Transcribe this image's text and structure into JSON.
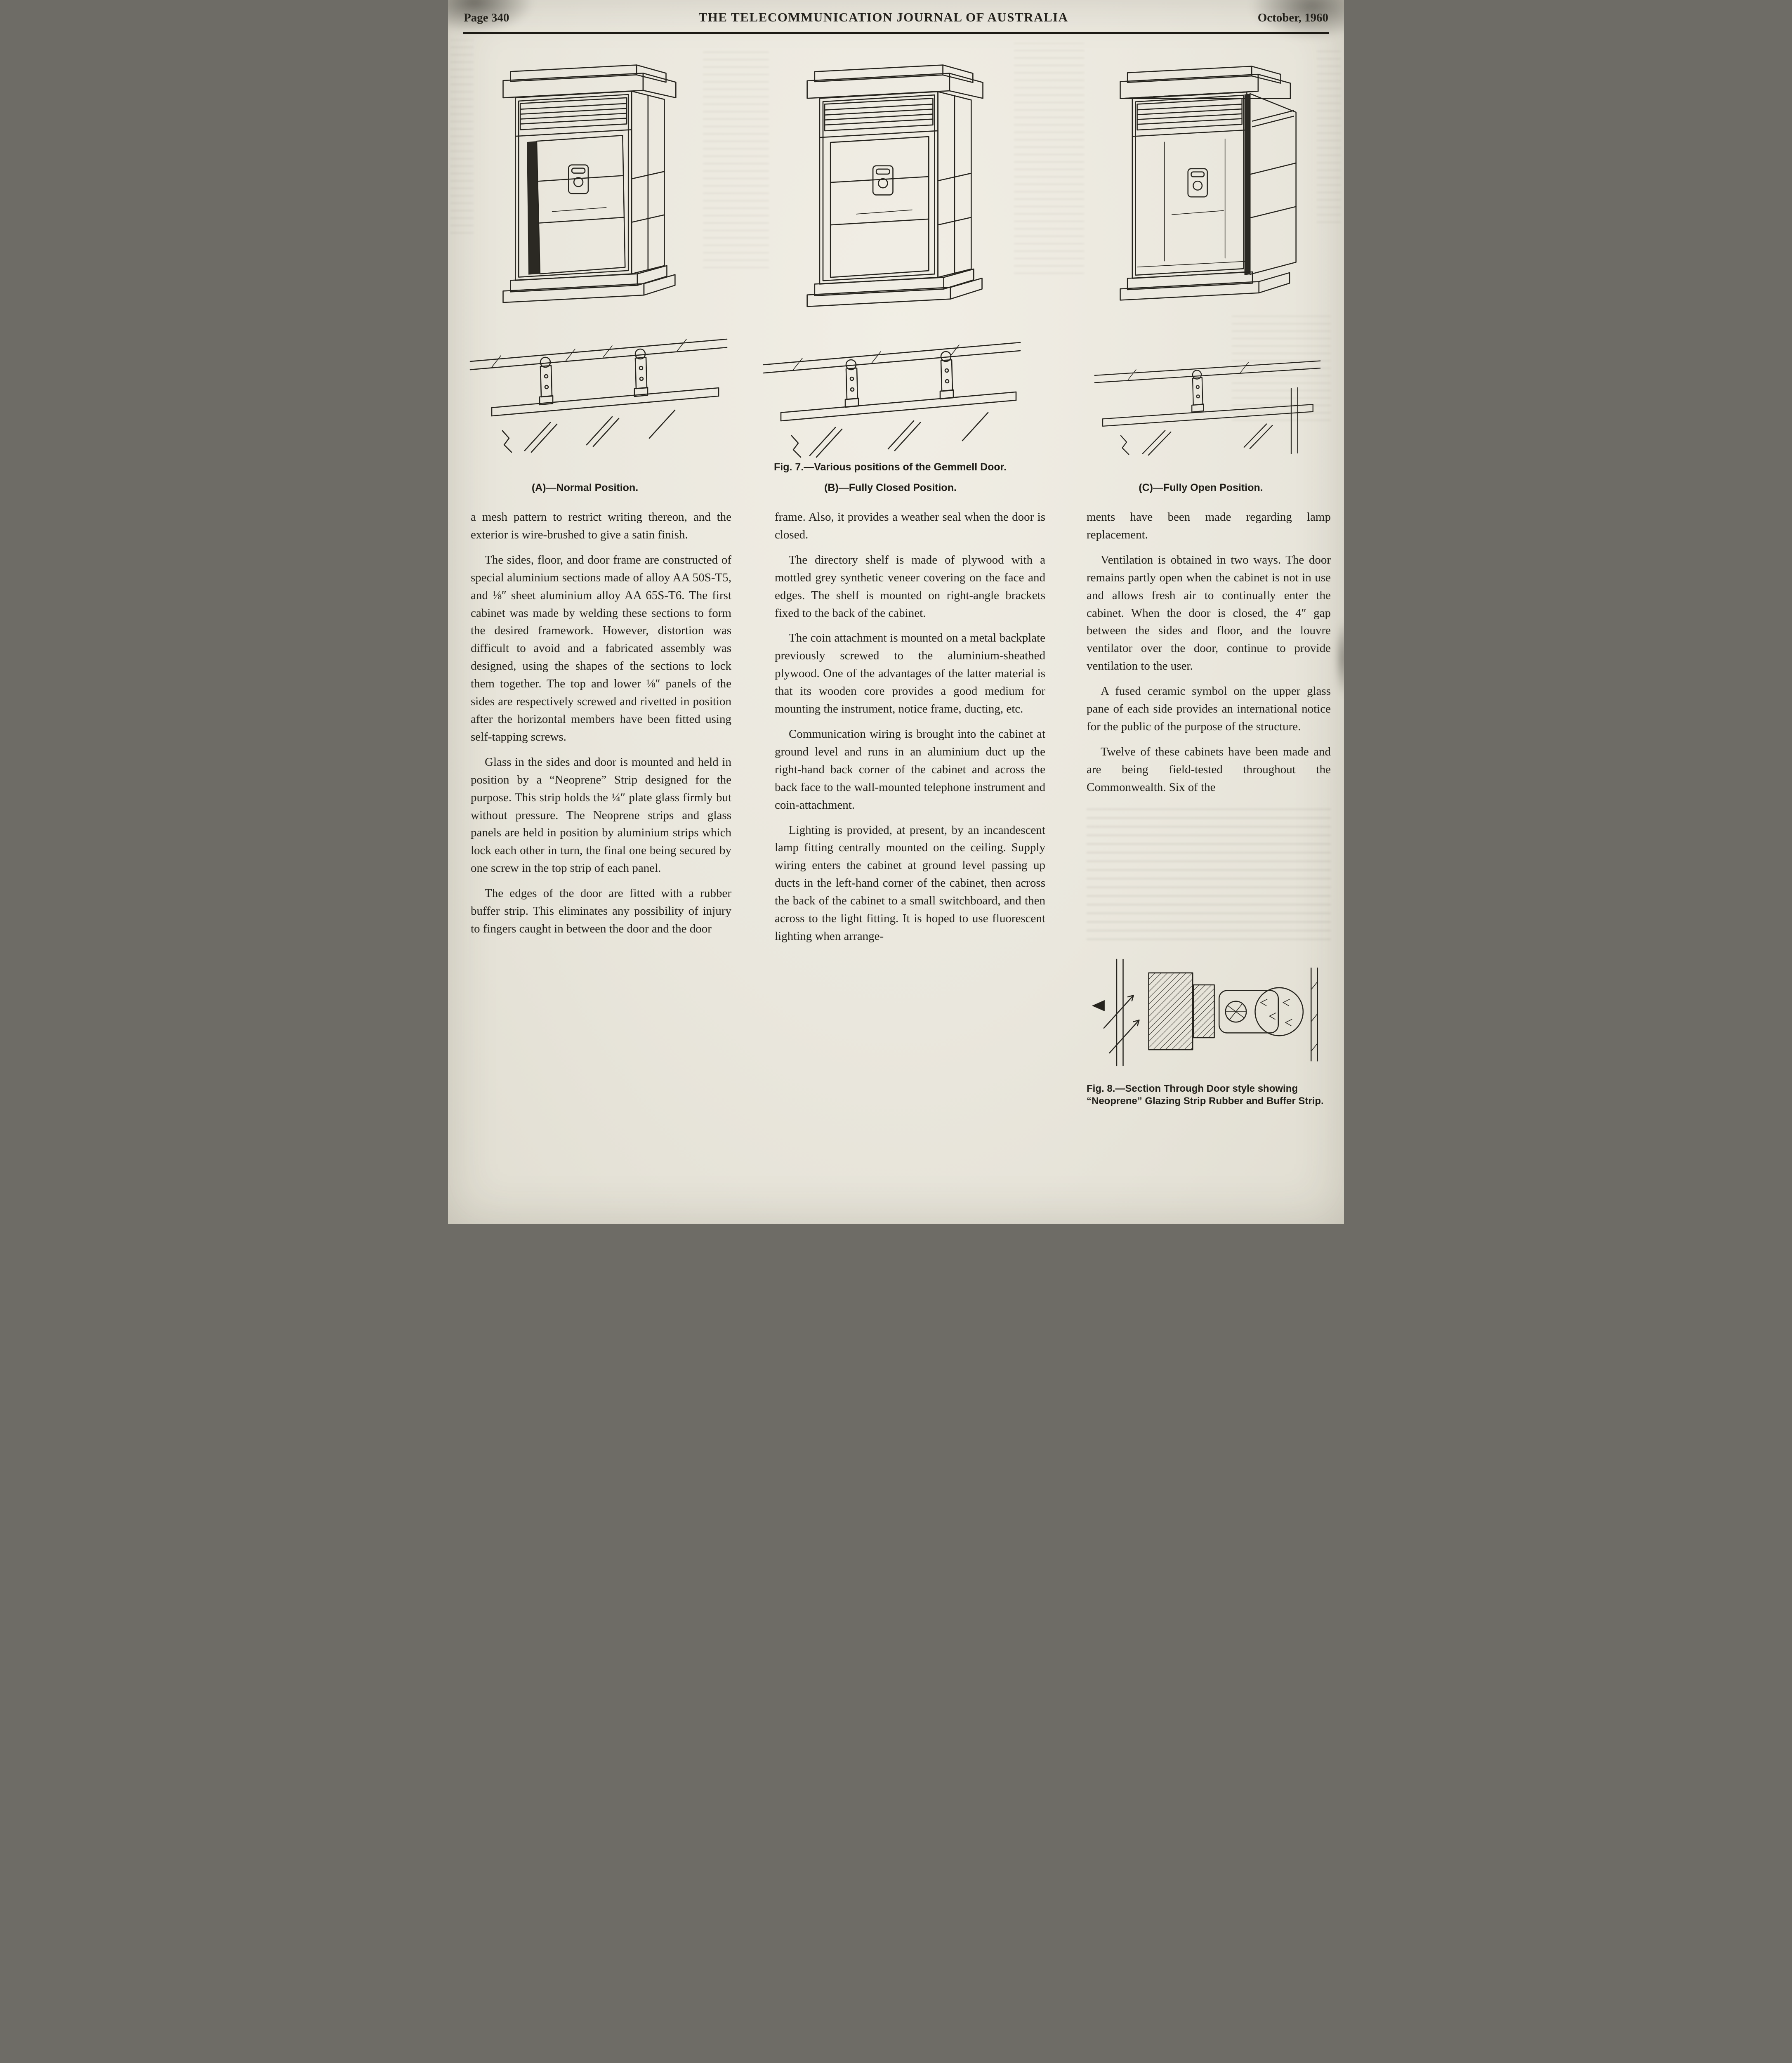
{
  "palette": {
    "paper": "#ece9e0",
    "ink": "#23211b"
  },
  "header": {
    "page_number": "Page 340",
    "journal_title": "THE TELECOMMUNICATION JOURNAL OF AUSTRALIA",
    "issue_date": "October, 1960"
  },
  "fig7": {
    "caption": "Fig. 7.—Various positions of the Gemmell Door.",
    "label_a": "(A)—Normal Position.",
    "label_b": "(B)—Fully Closed Position.",
    "label_c": "(C)—Fully Open Position."
  },
  "fig8": {
    "caption": "Fig. 8.—Section Through Door style showing “Neoprene” Glazing Strip Rubber and Buffer Strip."
  },
  "article": {
    "col1": [
      "a mesh pattern to restrict writing thereon, and the exterior is wire-brushed to give a satin finish.",
      "The sides, floor, and door frame are constructed of special aluminium sections made of alloy AA 50S-T5, and ⅛″ sheet aluminium alloy AA 65S-T6. The first cabinet was made by welding these sections to form the desired framework. However, distortion was difficult to avoid and a fabricated assembly was designed, using the shapes of the sections to lock them together. The top and lower ⅛″ panels of the sides are respectively screwed and rivetted in position after the horizontal members have been fitted using self-tapping screws.",
      "Glass in the sides and door is mounted and held in position by a “Neoprene” Strip designed for the purpose. This strip holds the ¼″ plate glass firmly but without pressure. The Neoprene strips and glass panels are held in position by aluminium strips which lock each other in turn, the final one being secured by one screw in the top strip of each panel.",
      "The edges of the door are fitted with a rubber buffer strip. This eliminates any possibility of injury to fingers caught in between the door and the door"
    ],
    "col2": [
      "frame. Also, it provides a weather seal when the door is closed.",
      "The directory shelf is made of plywood with a mottled grey synthetic veneer covering on the face and edges. The shelf is mounted on right-angle brackets fixed to the back of the cabinet.",
      "The coin attachment is mounted on a metal backplate previously screwed to the aluminium-sheathed plywood. One of the advantages of the latter material is that its wooden core provides a good medium for mounting the instrument, notice frame, ducting, etc.",
      "Communication wiring is brought into the cabinet at ground level and runs in an aluminium duct up the right-hand back corner of the cabinet and across the back face to the wall-mounted telephone instrument and coin-attachment.",
      "Lighting is provided, at present, by an incandescent lamp fitting centrally mounted on the ceiling. Supply wiring enters the cabinet at ground level passing up ducts in the left-hand corner of the cabinet, then across the back of the cabinet to a small switchboard, and then across to the light fitting. It is hoped to use fluorescent lighting when arrange-"
    ],
    "col3": [
      "ments have been made regarding lamp replacement.",
      "Ventilation is obtained in two ways. The door remains partly open when the cabinet is not in use and allows fresh air to continually enter the cabinet. When the door is closed, the 4″ gap between the sides and floor, and the louvre ventilator over the door, continue to provide ventilation to the user.",
      "A fused ceramic symbol on the upper glass pane of each side provides an international notice for the public of the purpose of the structure.",
      "Twelve of these cabinets have been made and are being field-tested throughout the Commonwealth. Six of the"
    ]
  }
}
